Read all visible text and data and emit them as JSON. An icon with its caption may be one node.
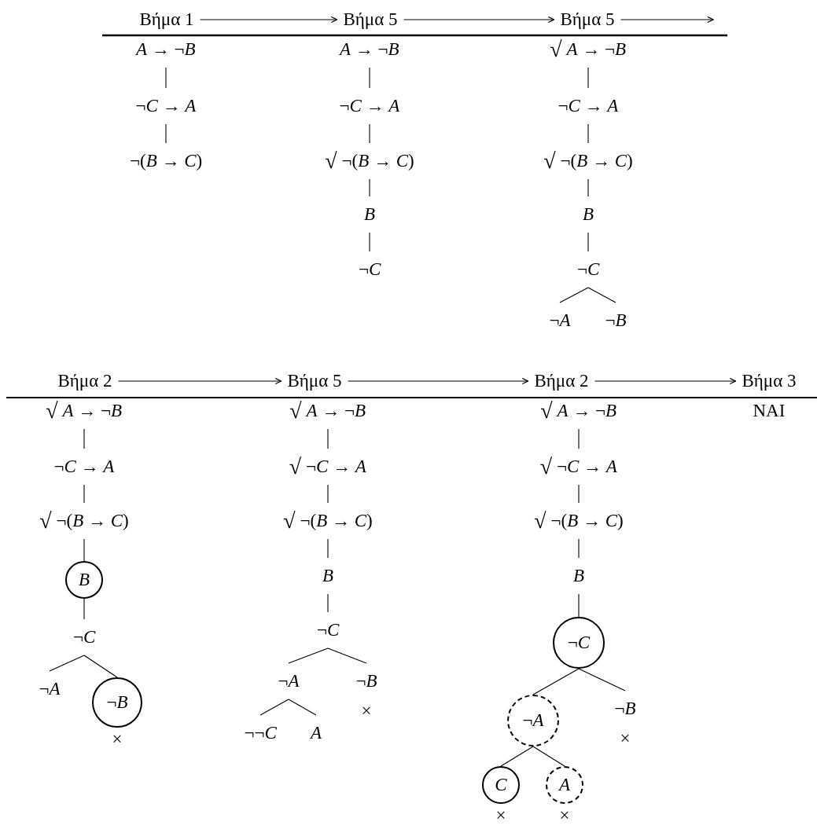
{
  "diagram": {
    "nodes": [
      {
        "text": [
          "Βήμα 1"
        ]
      },
      {
        "text": [
          "Βήμα 5"
        ]
      },
      {
        "text": [
          "Βήμα 5"
        ]
      },
      {
        "text": [
          "*A* → ¬*B*"
        ]
      },
      {
        "text": [
          "¬*C* → *A*"
        ]
      },
      {
        "text": [
          "¬(*B* → *C*)"
        ]
      },
      {
        "text": [
          "*A* → ¬*B*"
        ]
      },
      {
        "text": [
          "¬*C* → *A*"
        ]
      },
      {
        "text": [
          "¬(*B* → *C*)"
        ],
        "beside": [
          "√"
        ]
      },
      {
        "text": [
          "*B*"
        ]
      },
      {
        "text": [
          "¬*C*"
        ]
      },
      {
        "text": [
          "*A* → ¬*B*"
        ],
        "beside": [
          "√"
        ]
      },
      {
        "text": [
          "¬*C* → *A*"
        ]
      },
      {
        "text": [
          "¬(*B* → *C*)"
        ],
        "beside": [
          "√"
        ]
      },
      {
        "text": [
          "*B*"
        ]
      },
      {
        "text": [
          "¬*C*"
        ]
      },
      {
        "text": [
          "¬*A*"
        ]
      },
      {
        "text": [
          "¬*B*"
        ]
      },
      {
        "text": [
          "Βήμα 2"
        ]
      },
      {
        "text": [
          "Βήμα 5"
        ]
      },
      {
        "text": [
          "Βήμα 2"
        ]
      },
      {
        "text": [
          "Βήμα 3"
        ]
      },
      {
        "text": [
          "*A* → ¬*B*"
        ],
        "beside": [
          "√"
        ]
      },
      {
        "text": [
          "¬*C* → *A*"
        ]
      },
      {
        "text": [
          "¬(*B* → *C*)"
        ],
        "beside": [
          "√"
        ]
      },
      {
        "text": [],
        "shape": "circle"
      },
      {
        "text": [
          "*B*"
        ],
        "in": 25
      },
      {
        "text": [
          "¬*C*"
        ]
      },
      {
        "text": [
          "¬*A*"
        ]
      },
      {
        "text": [],
        "shape": "circle",
        "beside": [
          "×"
        ]
      },
      {
        "text": [
          "¬*B*"
        ],
        "in": 29
      },
      {
        "text": [
          "*A* → ¬*B*"
        ],
        "beside": [
          "√"
        ]
      },
      {
        "text": [
          "¬*C* → *A*"
        ],
        "beside": [
          "√"
        ]
      },
      {
        "text": [
          "¬(*B* → *C*)"
        ],
        "beside": [
          "√"
        ]
      },
      {
        "text": [
          "*B*"
        ]
      },
      {
        "text": [
          "¬*C*"
        ]
      },
      {
        "text": [
          "¬*A*"
        ]
      },
      {
        "text": [
          "¬*B*"
        ],
        "beside": [
          "×"
        ]
      },
      {
        "text": [
          "¬¬*C*"
        ]
      },
      {
        "text": [
          "*A*"
        ]
      },
      {
        "text": [
          "*A* → ¬*B*"
        ],
        "beside": [
          "√"
        ]
      },
      {
        "text": [
          "¬*C* → *A*"
        ],
        "beside": [
          "√"
        ]
      },
      {
        "text": [
          "¬(*B* → *C*)"
        ],
        "beside": [
          "√"
        ]
      },
      {
        "text": [
          "*B*"
        ]
      },
      {
        "text": [],
        "shape": "circle"
      },
      {
        "text": [
          "¬*C*"
        ],
        "in": 44
      },
      {
        "text": [],
        "shape": "circle"
      },
      {
        "text": [
          "¬*A*"
        ],
        "in": 46
      },
      {
        "text": [
          "¬*B*"
        ],
        "beside": [
          "×"
        ]
      },
      {
        "text": [],
        "shape": "circle",
        "beside": [
          "×"
        ]
      },
      {
        "text": [
          "*C*"
        ],
        "in": 49
      },
      {
        "text": [],
        "shape": "circle",
        "beside": [
          "×"
        ]
      },
      {
        "text": [
          "*A*"
        ],
        "in": 51
      }
    ],
    "edges": [
      {
        "from": 0,
        "to": 1,
        "arrow": "to"
      },
      {
        "from": 1,
        "to": 2,
        "arrow": "to"
      },
      {
        "from": 2,
        "to": null,
        "arrow": "to"
      },
      {
        "from": 3,
        "to": 4,
        "arrow": "none"
      },
      {
        "from": 4,
        "to": 5,
        "arrow": "none"
      },
      {
        "from": 6,
        "to": 7,
        "arrow": "none"
      },
      {
        "from": 7,
        "to": 8,
        "arrow": "none"
      },
      {
        "from": 8,
        "to": 9,
        "arrow": "none"
      },
      {
        "from": 9,
        "to": 10,
        "arrow": "none"
      },
      {
        "from": 11,
        "to": 12,
        "arrow": "none"
      },
      {
        "from": 12,
        "to": 13,
        "arrow": "none"
      },
      {
        "from": 13,
        "to": 14,
        "arrow": "none"
      },
      {
        "from": 14,
        "to": 15,
        "arrow": "none"
      },
      {
        "from": 15,
        "to": 16,
        "arrow": "none"
      },
      {
        "from": 15,
        "to": 17,
        "arrow": "none"
      },
      {
        "from": 18,
        "to": 19,
        "arrow": "to"
      },
      {
        "from": 19,
        "to": 20,
        "arrow": "to"
      },
      {
        "from": 20,
        "to": 21,
        "arrow": "to"
      },
      {
        "from": 22,
        "to": 23,
        "arrow": "none"
      },
      {
        "from": 23,
        "to": 24,
        "arrow": "none"
      },
      {
        "from": 24,
        "to": 25,
        "arrow": "none"
      },
      {
        "from": 25,
        "to": 27,
        "arrow": "none"
      },
      {
        "from": 27,
        "to": 28,
        "arrow": "none"
      },
      {
        "from": 27,
        "to": 29,
        "arrow": "none"
      },
      {
        "from": 31,
        "to": 32,
        "arrow": "none"
      },
      {
        "from": 32,
        "to": 33,
        "arrow": "none"
      },
      {
        "from": 33,
        "to": 34,
        "arrow": "none"
      },
      {
        "from": 34,
        "to": 35,
        "arrow": "none"
      },
      {
        "from": 35,
        "to": 36,
        "arrow": "none"
      },
      {
        "from": 35,
        "to": 37,
        "arrow": "none"
      },
      {
        "from": 36,
        "to": 38,
        "arrow": "none"
      },
      {
        "from": 36,
        "to": 39,
        "arrow": "none"
      },
      {
        "from": 40,
        "to": 41,
        "arrow": "none"
      },
      {
        "from": 41,
        "to": 42,
        "arrow": "none"
      },
      {
        "from": 42,
        "to": 43,
        "arrow": "none"
      },
      {
        "from": 43,
        "to": 44,
        "arrow": "none"
      },
      {
        "from": 44,
        "to": 46,
        "arrow": "none"
      },
      {
        "from": 44,
        "to": 48,
        "arrow": "none"
      },
      {
        "from": 46,
        "to": 49,
        "arrow": "none"
      },
      {
        "from": 46,
        "to": 51,
        "arrow": "none"
      }
    ],
    "labels": [
      "ΝΑΙ"
    ]
  }
}
